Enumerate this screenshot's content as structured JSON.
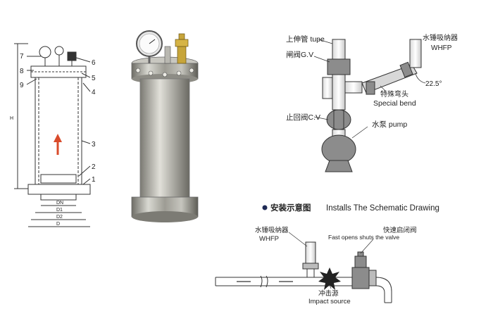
{
  "left_drawing": {
    "part_numbers": [
      "7",
      "8",
      "9",
      "6",
      "5",
      "4",
      "3",
      "2",
      "1"
    ],
    "dim_labels": [
      "H",
      "DN",
      "D1",
      "D2",
      "D"
    ]
  },
  "right_top": {
    "upper_pipe_cn": "上伸管",
    "upper_pipe_en": "tupe",
    "gate_valve_cn": "闸阀",
    "gate_valve_en": "G.V",
    "check_valve_cn": "止回阀",
    "check_valve_en": "C.V",
    "pump_cn": "水泵",
    "pump_en": "pump",
    "absorber_cn": "水锤吸纳器",
    "absorber_en": "WHFP",
    "angle": "22.5°",
    "special_bend_cn": "特殊弯头",
    "special_bend_en": "Special bend"
  },
  "install": {
    "title_cn": "安装示意图",
    "title_en": "Installs The Schematic Drawing",
    "absorber_cn": "水锤吸纳器",
    "absorber_en": "WHFP",
    "valve_cn": "快速启闭阀",
    "valve_en": "Fast opens shuts the valve",
    "impact_cn": "冲击源",
    "impact_en": "Impact source"
  },
  "colors": {
    "line": "#333333",
    "gray": "#8c8c8c",
    "metal": "#a9a99f",
    "arrow": "#d94b2b"
  }
}
